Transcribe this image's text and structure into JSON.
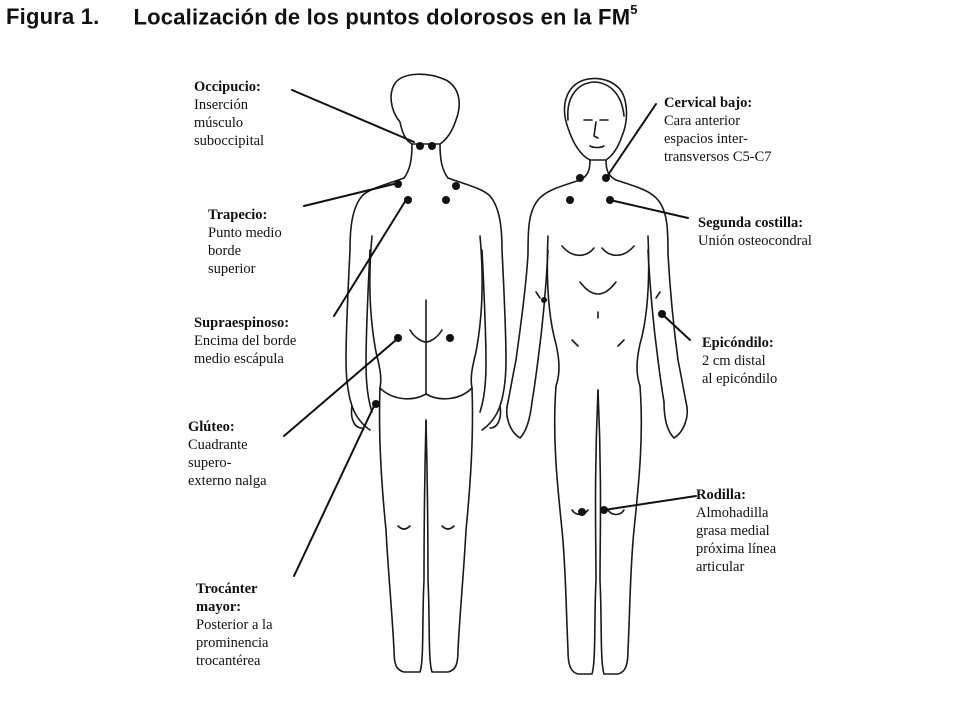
{
  "title": {
    "figure_number": "Figura 1.",
    "text": "Localización de los puntos dolorosos en la FM",
    "superscript": "5"
  },
  "labels": {
    "occipucio": {
      "name": "Occipucio:",
      "desc": "Inserción\nmúsculo\nsuboccipital"
    },
    "trapecio": {
      "name": "Trapecio:",
      "desc": "Punto medio\nborde\nsuperior"
    },
    "supraespinoso": {
      "name": "Supraespinoso:",
      "desc": "Encima del borde\nmedio escápula"
    },
    "gluteo": {
      "name": "Glúteo:",
      "desc": "Cuadrante\nsupero-\nexterno nalga"
    },
    "trocanter": {
      "name": "Trocánter\nmayor:",
      "desc": "Posterior a la\nprominencia\ntrocantérea"
    },
    "cervical": {
      "name": "Cervical bajo:",
      "desc": "Cara anterior\nespacios inter-\ntransversos C5-C7"
    },
    "costilla": {
      "name": "Segunda costilla:",
      "desc": "Unión osteocondral"
    },
    "epicondilo": {
      "name": "Epicóndilo:",
      "desc": "2 cm distal\nal epicóndilo"
    },
    "rodilla": {
      "name": "Rodilla:",
      "desc": "Almohadilla\ngrasa medial\npróxima línea\narticular"
    }
  }
}
